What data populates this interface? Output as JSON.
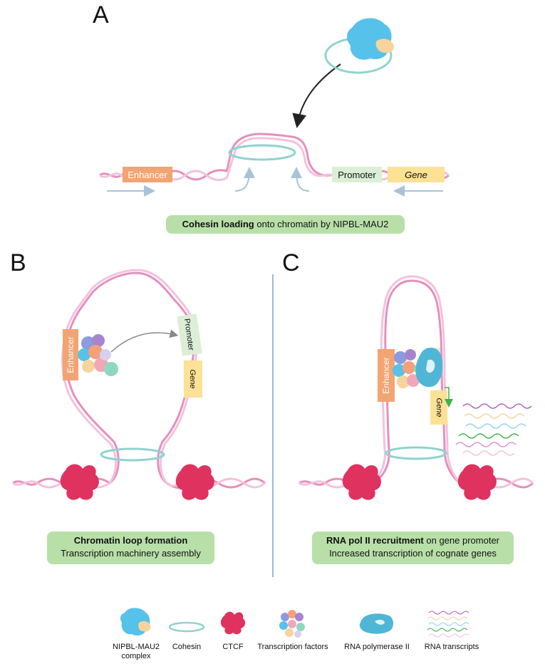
{
  "panels": {
    "a": {
      "letter": "A",
      "enhancer": "Enhancer",
      "promoter": "Promoter",
      "gene": "Gene",
      "caption_bold": "Cohesin loading",
      "caption_rest": " onto chromatin by NIPBL-MAU2"
    },
    "b": {
      "letter": "B",
      "enhancer": "Enhancer",
      "promoter": "Promoter",
      "gene": "Gene",
      "caption_line1": "Chromatin loop formation",
      "caption_line2": "Transcription machinery assembly"
    },
    "c": {
      "letter": "C",
      "enhancer": "Enhancer",
      "gene": "Gene",
      "caption_line1_bold": "RNA pol II recruitment",
      "caption_line1_rest": " on gene promoter",
      "caption_line2": "Increased transcription of cognate genes"
    }
  },
  "legend": [
    {
      "id": "nipbl",
      "label_line1": "NIPBL-MAU2",
      "label_line2": "complex",
      "icon": "nipbl-mau2-icon"
    },
    {
      "id": "cohesin",
      "label_line1": "Cohesin",
      "label_line2": "",
      "icon": "cohesin-ring-icon"
    },
    {
      "id": "ctcf",
      "label_line1": "CTCF",
      "label_line2": "",
      "icon": "ctcf-icon"
    },
    {
      "id": "tf",
      "label_line1": "Transcription factors",
      "label_line2": "",
      "icon": "transcription-factors-icon"
    },
    {
      "id": "pol2",
      "label_line1": "RNA polymerase II",
      "label_line2": "",
      "icon": "rna-polymerase-icon"
    },
    {
      "id": "rna",
      "label_line1": "RNA transcripts",
      "label_line2": "",
      "icon": "rna-transcripts-icon"
    }
  ],
  "colors": {
    "dna": "#e58fbf",
    "dna_light": "#f3c2dc",
    "cohesin": "#8fd3cf",
    "nipbl": "#56c2ea",
    "mau2": "#f6d49b",
    "ctcf": "#e0325f",
    "enhancer": "#f2a473",
    "promoter": "#dcefd6",
    "gene": "#fde195",
    "caption_bg": "#b9dfa9",
    "divider": "#7fa2d4",
    "arrow_blue": "#a8c3d8",
    "pol2": "#4fb6d6"
  }
}
